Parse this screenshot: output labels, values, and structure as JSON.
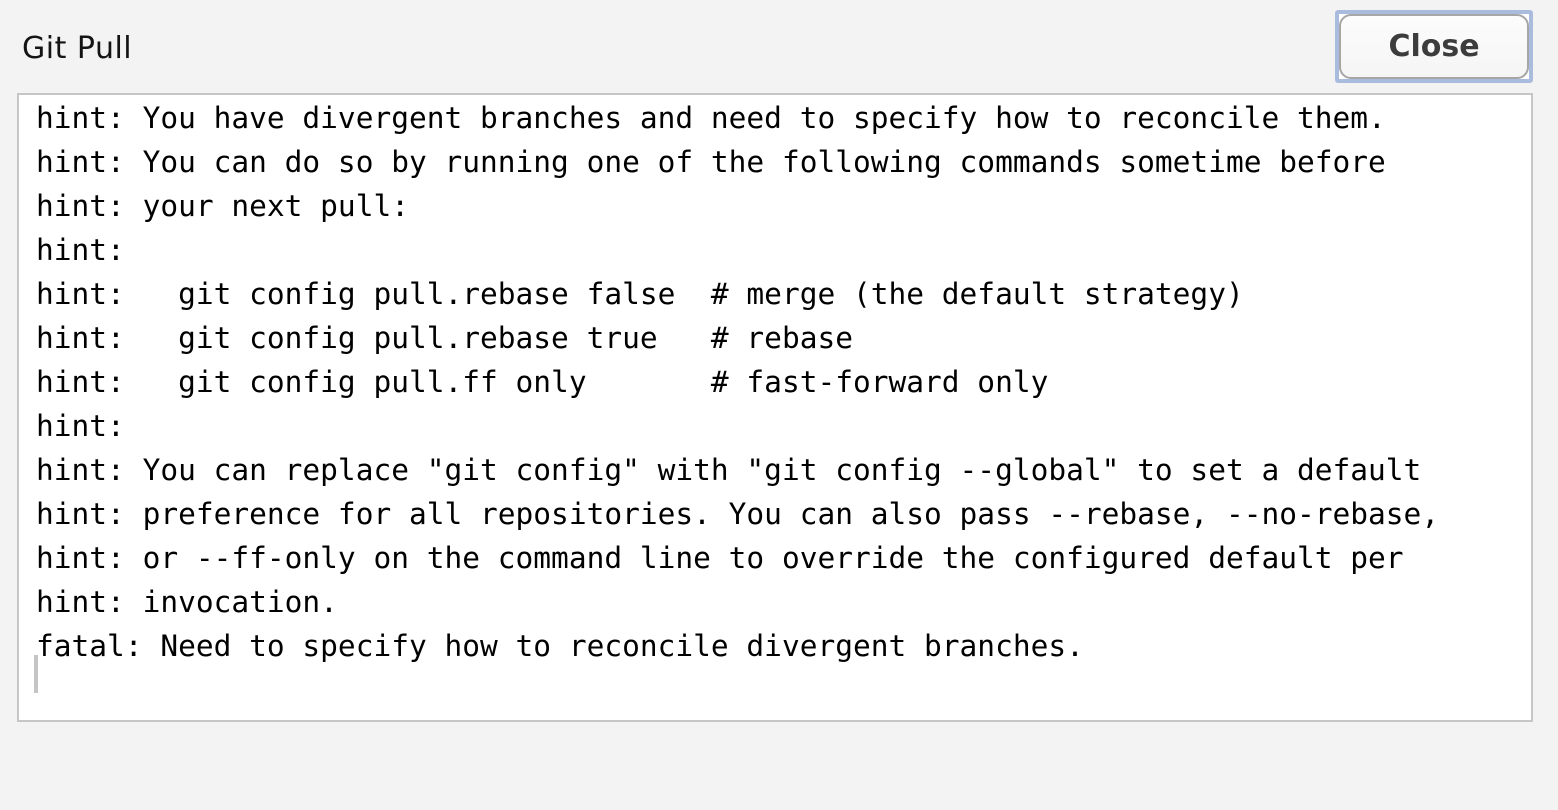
{
  "window": {
    "title": "Git Pull"
  },
  "toolbar": {
    "close_label": "Close"
  },
  "colors": {
    "page_background": "#f2f3f2",
    "focus_ring_accent": "#aabcde",
    "output_background": "#ffffff",
    "output_border": "#c6c6c6",
    "output_text": "#000000",
    "caret": "#c5c5c5"
  },
  "terminal": {
    "lines": [
      "hint: You have divergent branches and need to specify how to reconcile them.",
      "hint: You can do so by running one of the following commands sometime before",
      "hint: your next pull:",
      "hint:",
      "hint:   git config pull.rebase false  # merge (the default strategy)",
      "hint:   git config pull.rebase true   # rebase",
      "hint:   git config pull.ff only       # fast-forward only",
      "hint:",
      "hint: You can replace \"git config\" with \"git config --global\" to set a default",
      "hint: preference for all repositories. You can also pass --rebase, --no-rebase,",
      "hint: or --ff-only on the command line to override the configured default per",
      "hint: invocation.",
      "fatal: Need to specify how to reconcile divergent branches."
    ],
    "caret_visible": true
  }
}
